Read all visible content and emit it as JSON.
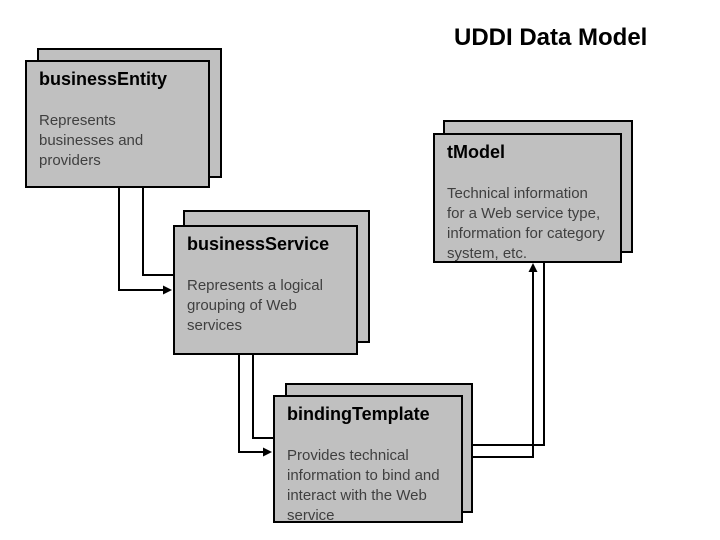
{
  "slide_title": "UDDI Data Model",
  "nodes": [
    {
      "id": "businessEntity",
      "title": "businessEntity",
      "description": "Represents\nbusinesses and\nproviders"
    },
    {
      "id": "businessService",
      "title": "businessService",
      "description": "Represents a logical\ngrouping of Web\nservices"
    },
    {
      "id": "bindingTemplate",
      "title": "bindingTemplate",
      "description": "Provides technical\ninformation to bind and\ninteract with the Web\nservice"
    },
    {
      "id": "tModel",
      "title": "tModel",
      "description": "Technical information\nfor a Web service type,\ninformation for category\nsystem, etc."
    }
  ],
  "connectors": [
    {
      "from": "businessEntity",
      "to": "businessService",
      "style": "elbow-double-arrow"
    },
    {
      "from": "businessService",
      "to": "bindingTemplate",
      "style": "elbow-double-arrow"
    },
    {
      "from": "bindingTemplate",
      "to": "tModel",
      "style": "elbow-double-arrow"
    }
  ],
  "colors": {
    "background": "#ffffff",
    "box_fill": "#c0c0c0",
    "box_border": "#000000",
    "connector": "#000000",
    "title_text": "#000000",
    "body_text": "#3f3f3f"
  }
}
